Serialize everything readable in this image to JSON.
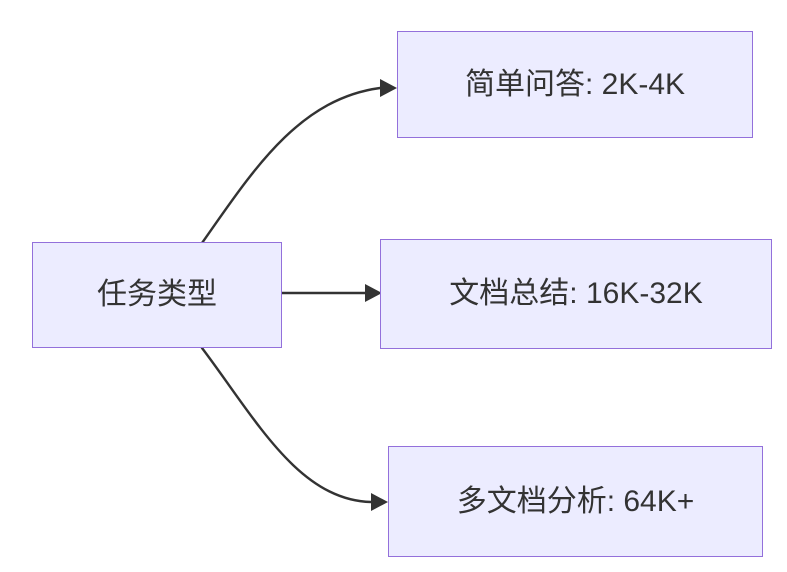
{
  "diagram": {
    "type": "flowchart",
    "direction": "left-to-right",
    "background": "#ffffff",
    "colors": {
      "node_fill": "#ECECFF",
      "node_border": "#9370DB",
      "edge": "#333333",
      "text": "#333333"
    },
    "nodes": [
      {
        "id": "task-type",
        "label": "任务类型",
        "role": "root"
      },
      {
        "id": "simple-qa",
        "label": "简单问答: 2K-4K",
        "role": "leaf"
      },
      {
        "id": "doc-summary",
        "label": "文档总结: 16K-32K",
        "role": "leaf"
      },
      {
        "id": "multi-doc-analysis",
        "label": "多文档分析: 64K+",
        "role": "leaf"
      }
    ],
    "edges": [
      {
        "from": "task-type",
        "to": "simple-qa"
      },
      {
        "from": "task-type",
        "to": "doc-summary"
      },
      {
        "from": "task-type",
        "to": "multi-doc-analysis"
      }
    ]
  }
}
